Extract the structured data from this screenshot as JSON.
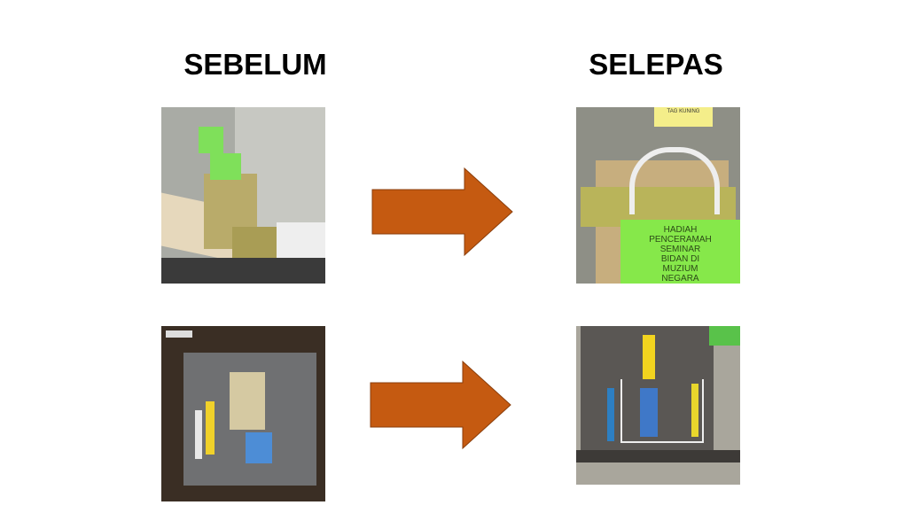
{
  "slide": {
    "before_title": "SEBELUM",
    "after_title": "SELEPAS",
    "arrow_color": "#C55A11",
    "photos": {
      "before_shelf": {
        "alt": "before-shelf-photo"
      },
      "after_shelf": {
        "tag_text": "TAG KUNING",
        "sign_text": "HADIAH\nPENCERAMAH\nSEMINAR\nBIDAN DI\nMUZIUM\nNEGARA"
      },
      "before_drawer": {
        "alt": "before-drawer-photo"
      },
      "after_drawer": {
        "alt": "after-drawer-photo"
      }
    }
  }
}
